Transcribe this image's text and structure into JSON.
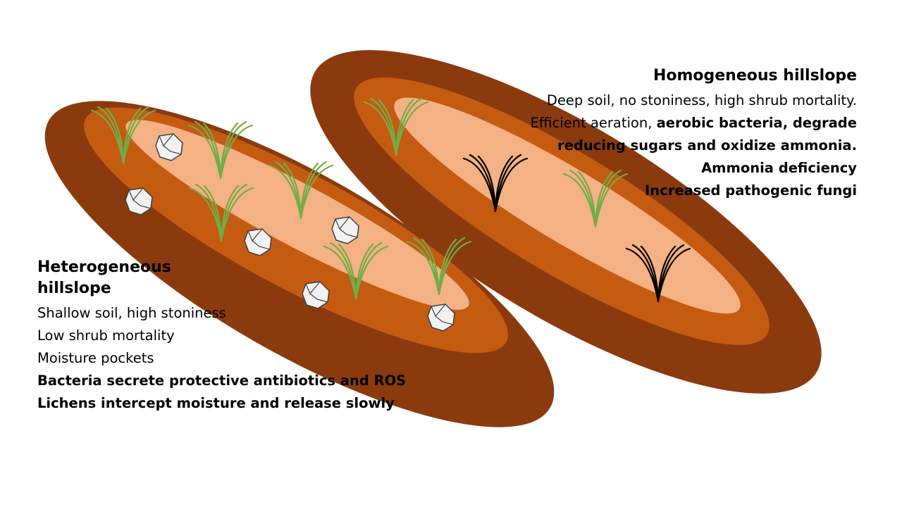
{
  "colors": {
    "outer_soil": "#8B3A0E",
    "middle_soil": "#C55A11",
    "inner_soil": "#F4B183",
    "live_shrub": "#70AD47",
    "dead_shrub": "#000000",
    "stone_fill": "#F2F2F2",
    "stone_stroke": "#404040"
  },
  "icons": [
    "live-shrub-icon",
    "dead-shrub-icon",
    "stone-icon"
  ],
  "homogeneous": {
    "title": "Homogeneous hillslope",
    "line1": "Deep soil, no stoniness, high shrub mortality.",
    "line2_plain": "Efficient aeration, ",
    "line2_bold": "aerobic bacteria, degrade",
    "line3": "reducing sugars and oxidize ammonia.",
    "line4": "Ammonia deficiency",
    "line5": "Increased pathogenic fungi"
  },
  "heterogeneous": {
    "title": "Heterogeneous hillslope",
    "line1": "Shallow soil, high stoniness",
    "line2": "Low shrub mortality",
    "line3": "Moisture pockets",
    "line4": "Bacteria secrete protective antibiotics and ROS",
    "line5": "Lichens intercept moisture and release slowly"
  }
}
